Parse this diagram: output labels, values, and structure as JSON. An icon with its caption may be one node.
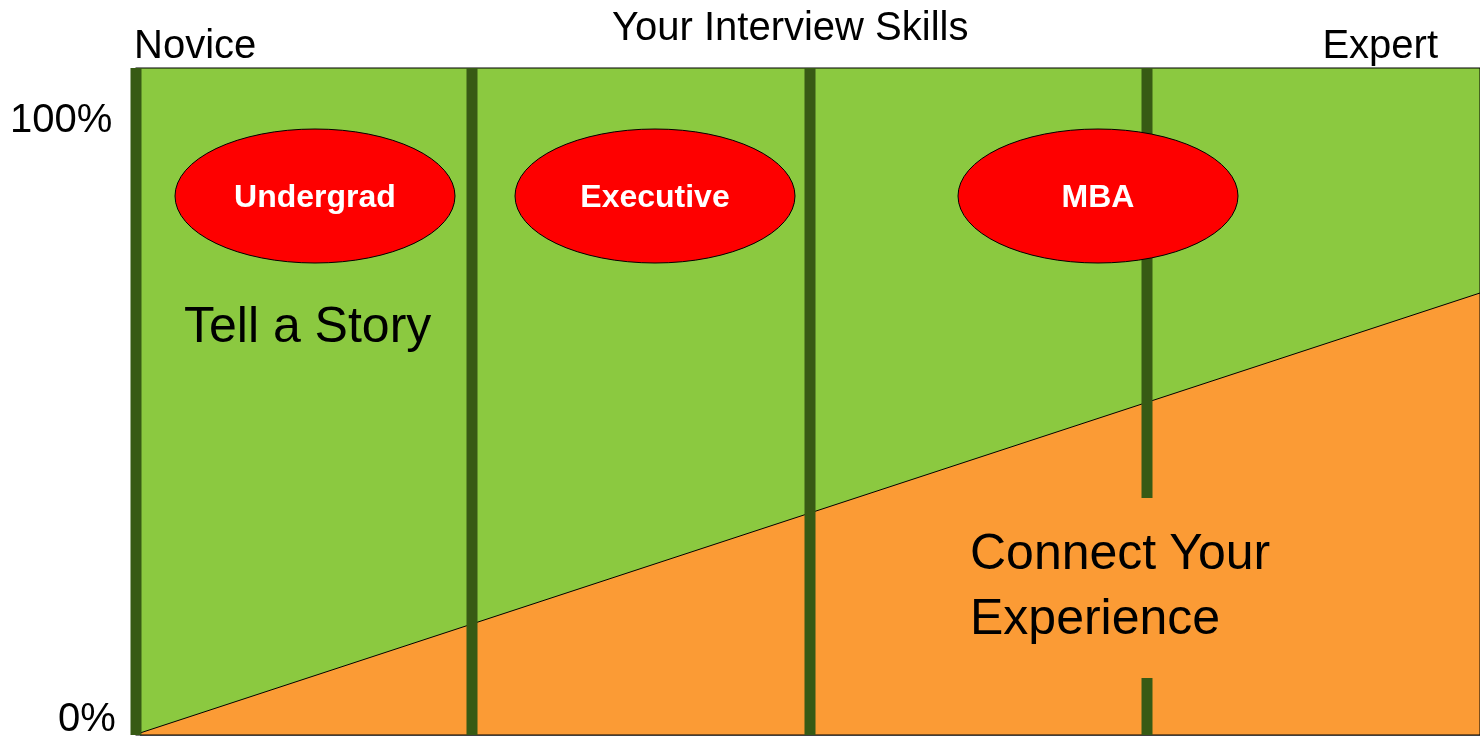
{
  "diagram": {
    "title": "Your Interview Skills",
    "nodes": [
      {
        "text": [
          "Undergrad"
        ]
      },
      {
        "text": [
          "Executive"
        ]
      },
      {
        "text": [
          "MBA"
        ]
      }
    ],
    "labels": [
      "Novice",
      "Expert",
      "100%",
      "Tell a Story",
      "Connect Your Experience",
      "0%"
    ]
  }
}
